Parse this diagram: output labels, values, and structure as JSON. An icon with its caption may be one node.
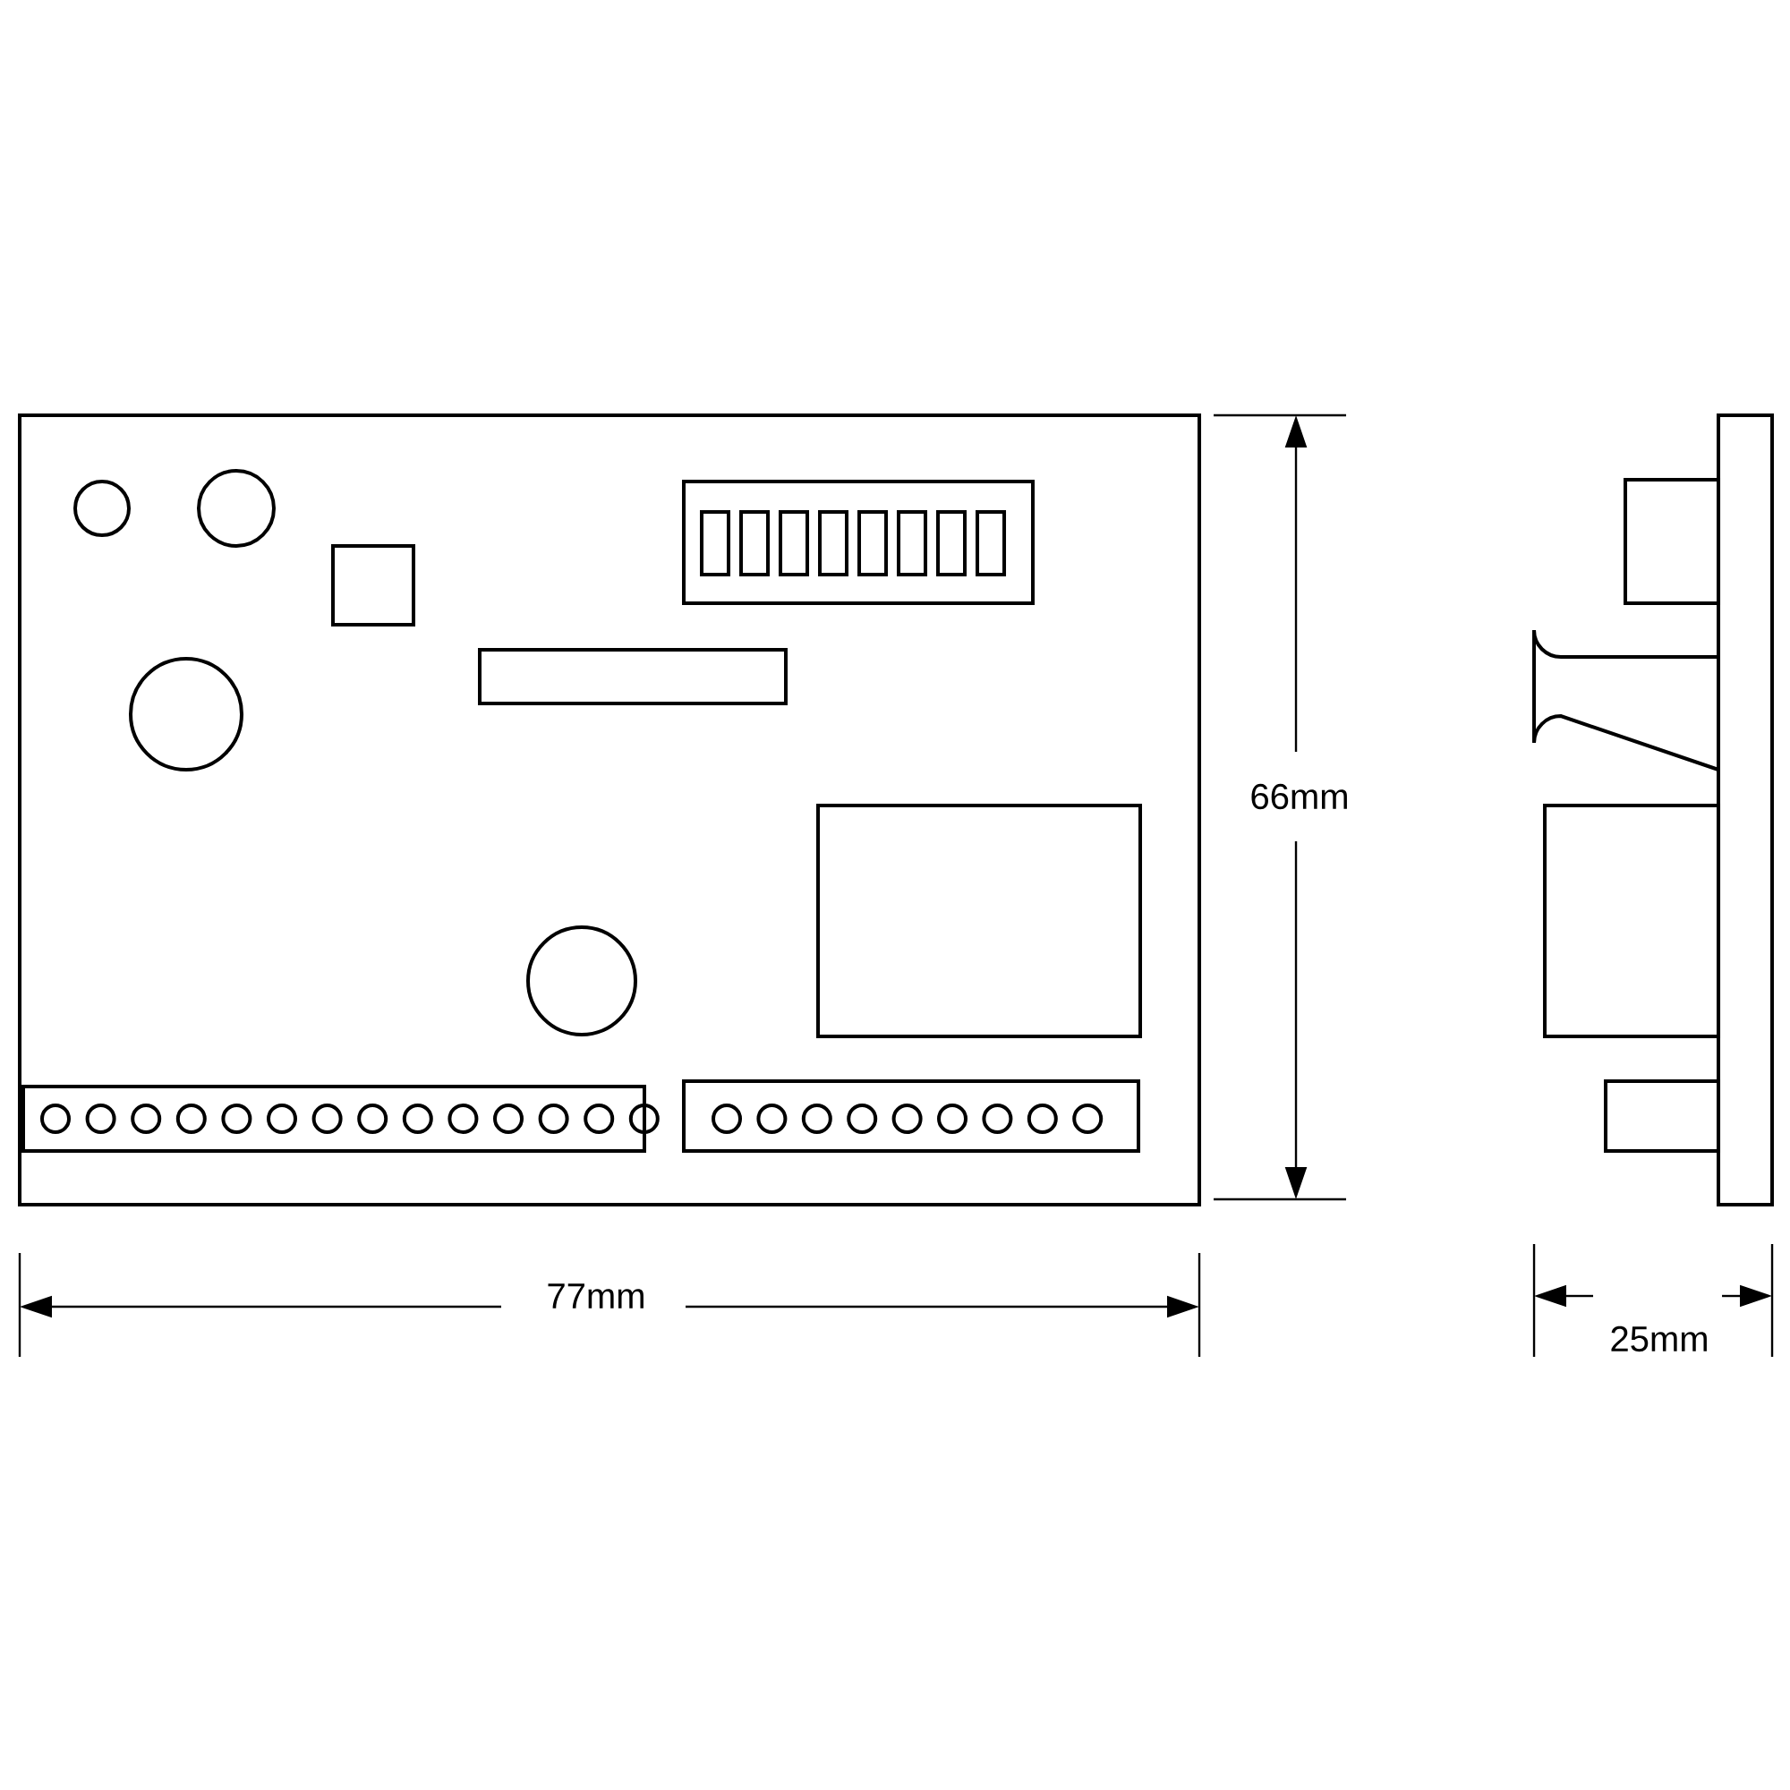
{
  "diagram": {
    "labels": [
      "66mm",
      "77mm",
      "25mm"
    ]
  }
}
